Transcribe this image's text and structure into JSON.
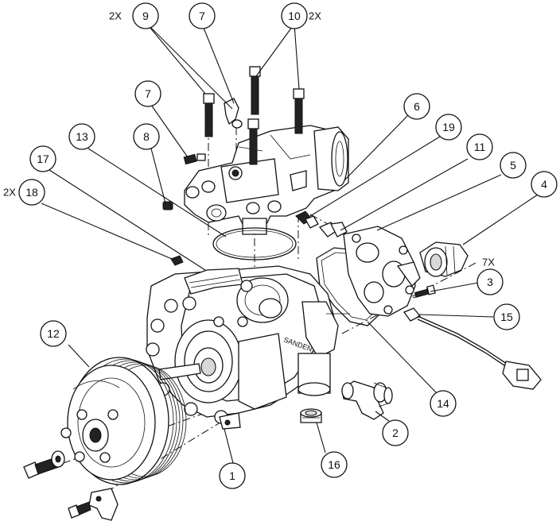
{
  "callouts": [
    {
      "id": "c9",
      "label": "9"
    },
    {
      "id": "c7a",
      "label": "7"
    },
    {
      "id": "c10",
      "label": "10"
    },
    {
      "id": "c7b",
      "label": "7"
    },
    {
      "id": "c8",
      "label": "8"
    },
    {
      "id": "c13",
      "label": "13"
    },
    {
      "id": "c17",
      "label": "17"
    },
    {
      "id": "c18",
      "label": "18"
    },
    {
      "id": "c6",
      "label": "6"
    },
    {
      "id": "c19",
      "label": "19"
    },
    {
      "id": "c11",
      "label": "11"
    },
    {
      "id": "c5",
      "label": "5"
    },
    {
      "id": "c4",
      "label": "4"
    },
    {
      "id": "c3",
      "label": "3"
    },
    {
      "id": "c15",
      "label": "15"
    },
    {
      "id": "c14",
      "label": "14"
    },
    {
      "id": "c2",
      "label": "2"
    },
    {
      "id": "c16",
      "label": "16"
    },
    {
      "id": "c1",
      "label": "1"
    },
    {
      "id": "c12",
      "label": "12"
    }
  ],
  "multipliers": {
    "m9": "2X",
    "m10": "2X",
    "m18": "2X",
    "m3": "7X"
  }
}
